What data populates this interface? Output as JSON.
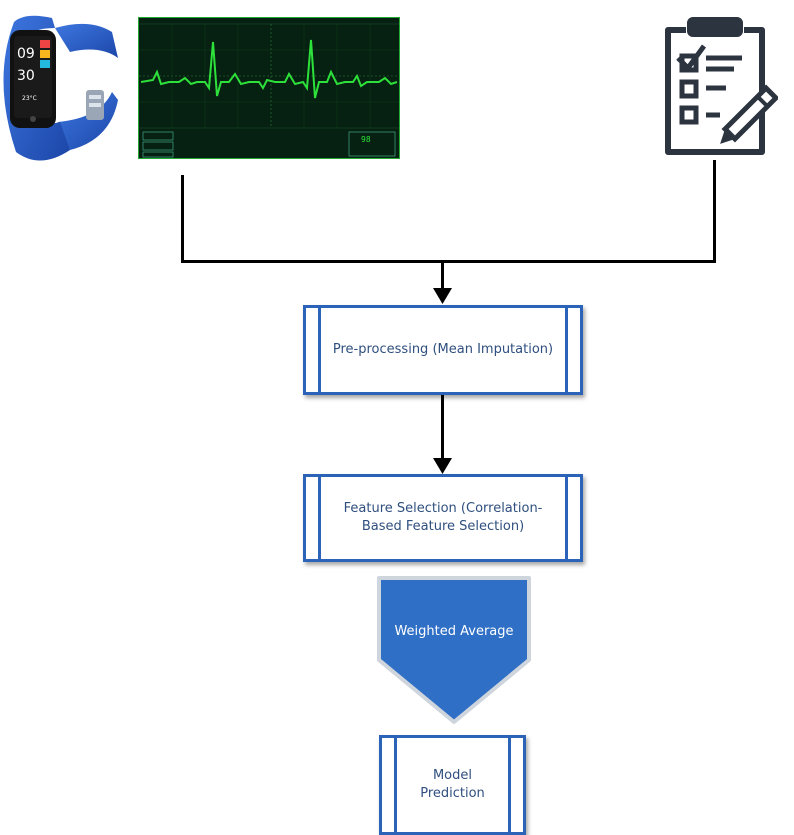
{
  "diagram": {
    "nodes": {
      "preprocessing": "Pre-processing (Mean Imputation)",
      "feature_selection_line1": "Feature Selection (Correlation-",
      "feature_selection_line2": "Based Feature Selection)",
      "weighted_average": "Weighted Average",
      "model_prediction_line1": "Model",
      "model_prediction_line2": "Prediction"
    },
    "wristband": {
      "hour": "09",
      "minute": "30",
      "temperature": "23°C"
    },
    "ecg": {
      "heart_rate": "98"
    },
    "colors": {
      "box_border": "#2b63b8",
      "box_text": "#2f4f7f",
      "pentagon_fill": "#2f6fc6",
      "band_blue": "#2557c4",
      "ecg_trace": "#2de03a",
      "clipboard_stroke": "#2c3440"
    },
    "icons": {
      "wristband": "fitness-tracker-icon",
      "ecg": "ecg-monitor-icon",
      "clipboard": "clipboard-checklist-icon"
    }
  }
}
